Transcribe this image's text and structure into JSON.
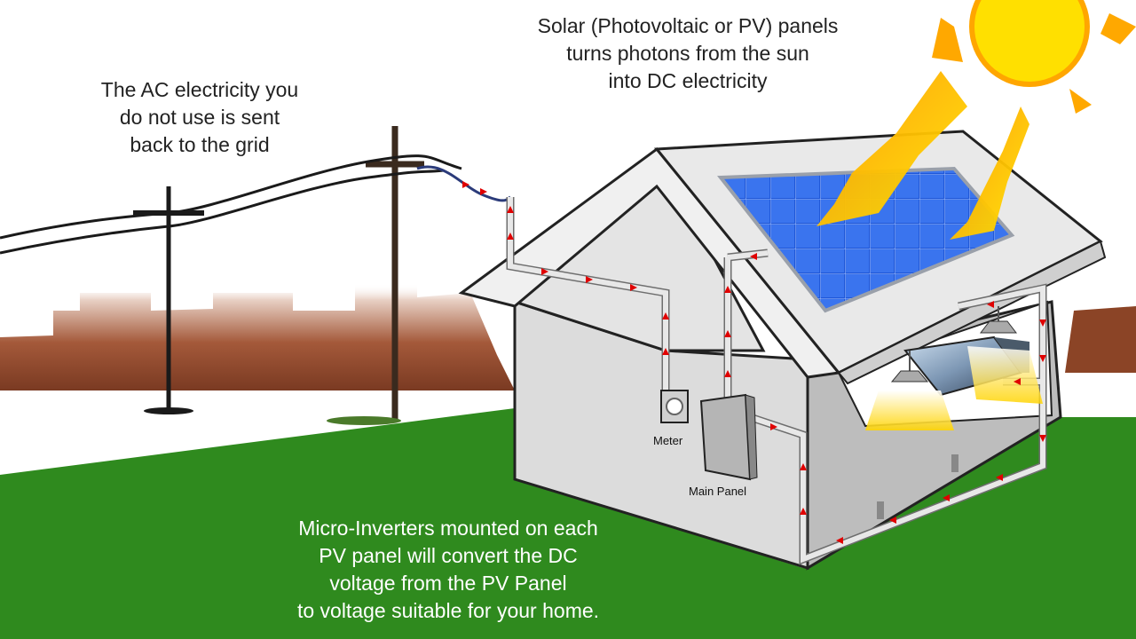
{
  "captions": {
    "solar": [
      "Solar (Photovoltaic or PV) panels",
      "turns photons from the sun",
      "into DC electricity"
    ],
    "grid": [
      "The AC electricity you",
      "do not use is sent",
      "back to the grid"
    ],
    "inverter": [
      "Micro-Inverters mounted on each",
      "PV panel will convert the DC",
      "voltage from the PV Panel",
      "to voltage suitable for your home."
    ]
  },
  "labels": {
    "meter": "Meter",
    "main_panel": "Main Panel"
  },
  "colors": {
    "grass": "#2f8a1e",
    "skyline": "#8b4426",
    "house_wall": "#dcdcdc",
    "roof": "#e9e9e9",
    "solar_panel": "#1c52c7",
    "sun": "#ffe000",
    "wire_arrow": "#e00000"
  }
}
